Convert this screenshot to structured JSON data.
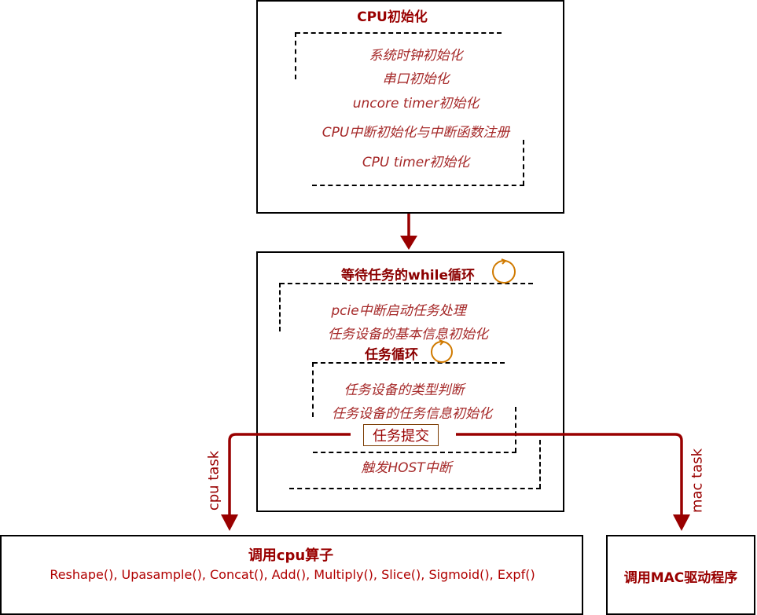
{
  "cpu_init": {
    "title": "CPU初始化",
    "steps": [
      "系统时钟初始化",
      "串口初始化",
      "uncore timer初始化",
      "CPU中断初始化与中断函数注册",
      "CPU timer初始化"
    ]
  },
  "task_loop": {
    "title": "等待任务的while循环",
    "steps": [
      "pcie中断启动任务处理",
      "任务设备的基本信息初始化"
    ],
    "inner_title": "任务循环",
    "inner_steps": [
      "任务设备的类型判断",
      "任务设备的任务信息初始化"
    ],
    "submit": "任务提交",
    "after_submit": "触发HOST中断"
  },
  "edges": {
    "left_label": "cpu task",
    "right_label": "mac task"
  },
  "cpu_ops": {
    "title": "调用cpu算子",
    "functions": "Reshape(), Upasample(), Concat(), Add(), Multiply(), Slice(), Sigmoid(), Expf()"
  },
  "mac_driver": {
    "title": "调用MAC驱动程序"
  },
  "colors": {
    "arrow": "#990000",
    "loop_icon": "#d07a00",
    "text": "#990000"
  }
}
